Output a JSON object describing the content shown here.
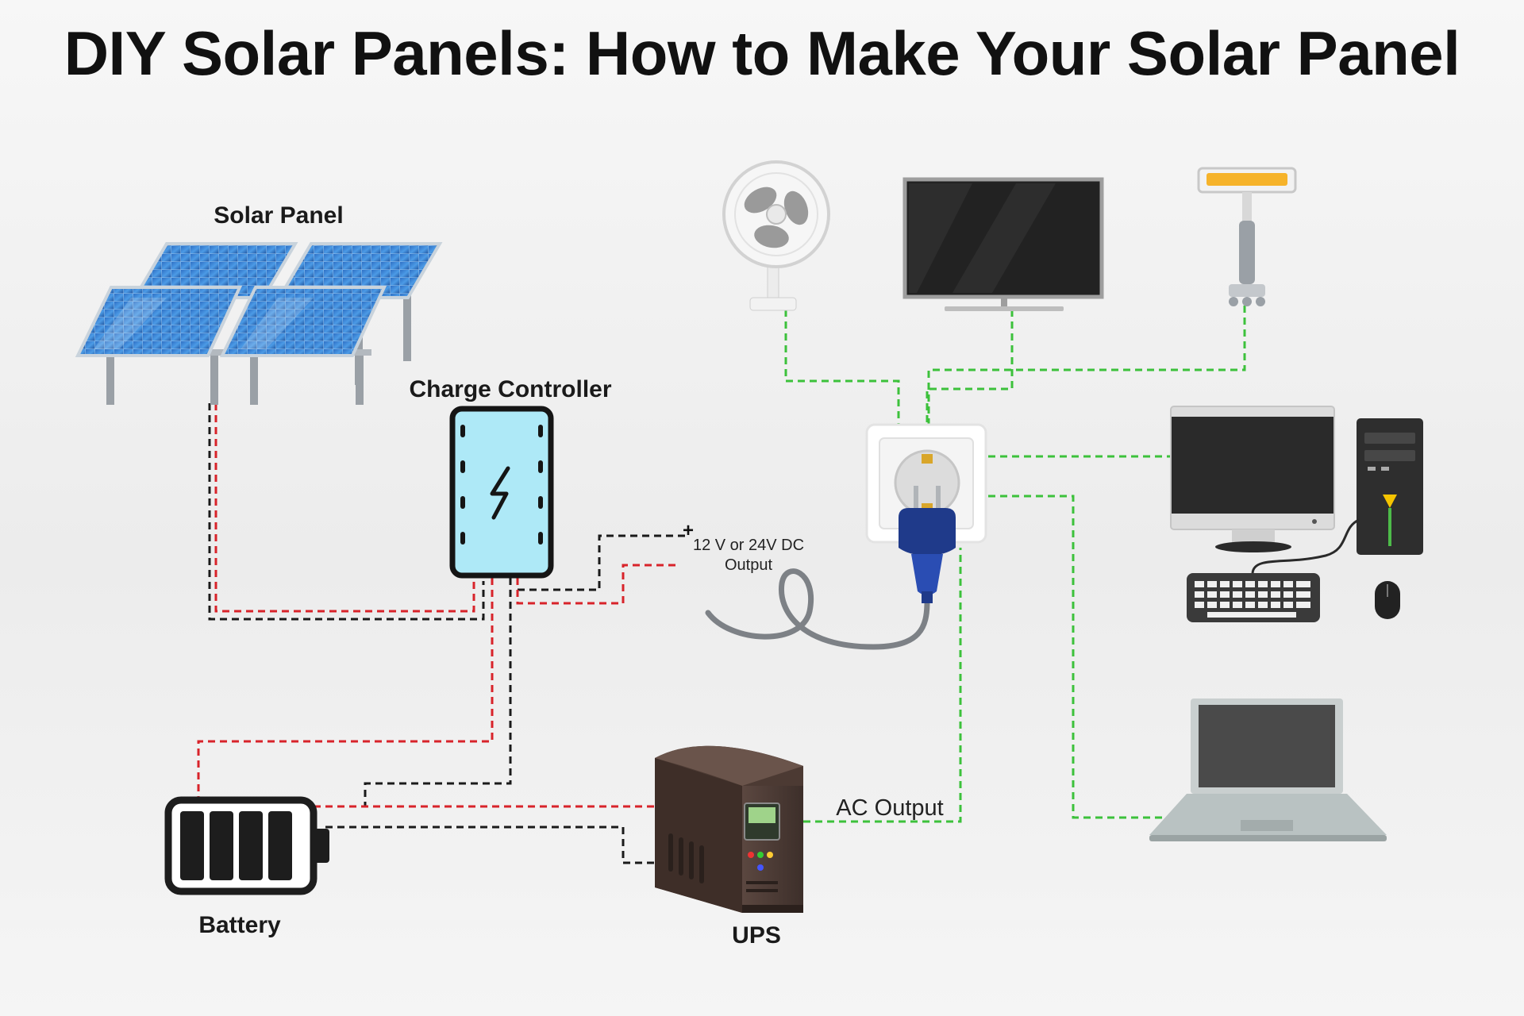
{
  "title": "DIY Solar Panels: How to Make Your Solar Panel",
  "labels": {
    "solar_panel": "Solar Panel",
    "charge_controller": "Charge Controller",
    "dc_output_line1": "12 V or 24V DC",
    "dc_output_line2": "Output",
    "plus_sign": "+",
    "ac_output": "AC Output",
    "battery": "Battery",
    "ups": "UPS"
  },
  "colors": {
    "positive_wire": "#d8232a",
    "negative_wire": "#1a1a1a",
    "ac_wire": "#3cc13b",
    "controller_fill": "#aee9f7"
  },
  "icons": [
    "solar-panel-array-icon",
    "charge-controller-icon",
    "battery-icon",
    "ups-icon",
    "wall-socket-icon",
    "plug-icon",
    "fan-icon",
    "tv-icon",
    "heater-icon",
    "desktop-computer-icon",
    "laptop-icon"
  ]
}
